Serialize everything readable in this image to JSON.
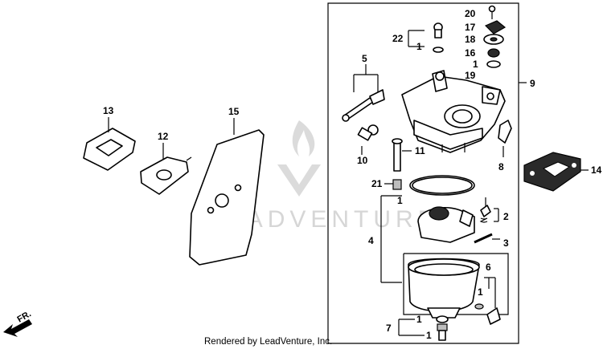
{
  "watermark": "LEADVENTURE",
  "credit": "Rendered by LeadVenture, Inc.",
  "front_arrow_label": "FR.",
  "callouts": {
    "c1": "1",
    "c1b": "1",
    "c1c": "1",
    "c1d": "1",
    "c1e": "1",
    "c1f": "1",
    "c2": "2",
    "c3": "3",
    "c4": "4",
    "c5": "5",
    "c6": "6",
    "c7": "7",
    "c8": "8",
    "c9": "9",
    "c10": "10",
    "c11": "11",
    "c12": "12",
    "c13": "13",
    "c14": "14",
    "c15": "15",
    "c16": "16",
    "c17": "17",
    "c18": "18",
    "c19": "19",
    "c20": "20",
    "c21": "21",
    "c22": "22"
  },
  "colors": {
    "line": "#000000",
    "watermark": "#d6d6d6",
    "fill": "#ffffff"
  },
  "icons": {
    "watermark_logo": "flame-v-logo-icon",
    "front": "front-arrow-icon"
  }
}
